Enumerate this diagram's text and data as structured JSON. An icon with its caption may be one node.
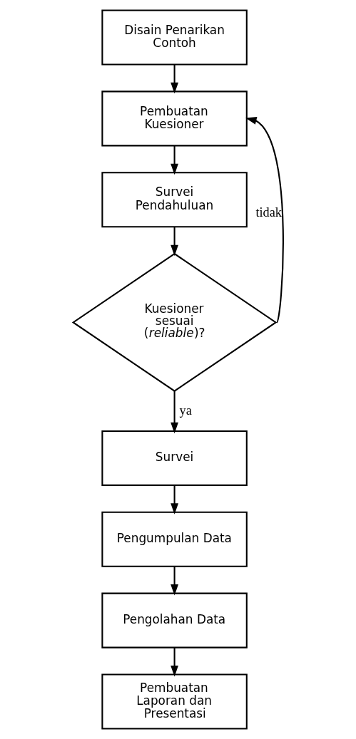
{
  "diagram": {
    "nodes": [
      {
        "text": [
          "Disain Penarikan Contoh"
        ]
      },
      {
        "text": [
          "Pembuatan Kuesioner"
        ]
      },
      {
        "text": [
          "Survei Pendahuluan"
        ]
      },
      {
        "text": [
          "Kuesioner sesuai (*reliable*)?"
        ]
      },
      {
        "text": [
          "Survei"
        ]
      },
      {
        "text": [
          "Pengumpulan Data"
        ]
      },
      {
        "text": [
          "Pengolahan Data"
        ]
      },
      {
        "text": [
          "Pembuatan Laporan dan Presentasi"
        ]
      }
    ],
    "edges": [
      {
        "from": 0,
        "to": 1,
        "arrow": "to"
      },
      {
        "from": 1,
        "to": 2,
        "arrow": "to"
      },
      {
        "from": 2,
        "to": 3,
        "arrow": "to"
      },
      {
        "from": 3,
        "to": 4,
        "arrow": "to",
        "label": "ya"
      },
      {
        "from": 4,
        "to": 5,
        "arrow": "to"
      },
      {
        "from": 5,
        "to": 6,
        "arrow": "to"
      },
      {
        "from": 6,
        "to": 7,
        "arrow": "to"
      },
      {
        "from": 3,
        "to": 1,
        "arrow": "to",
        "label": "tidak"
      }
    ]
  }
}
